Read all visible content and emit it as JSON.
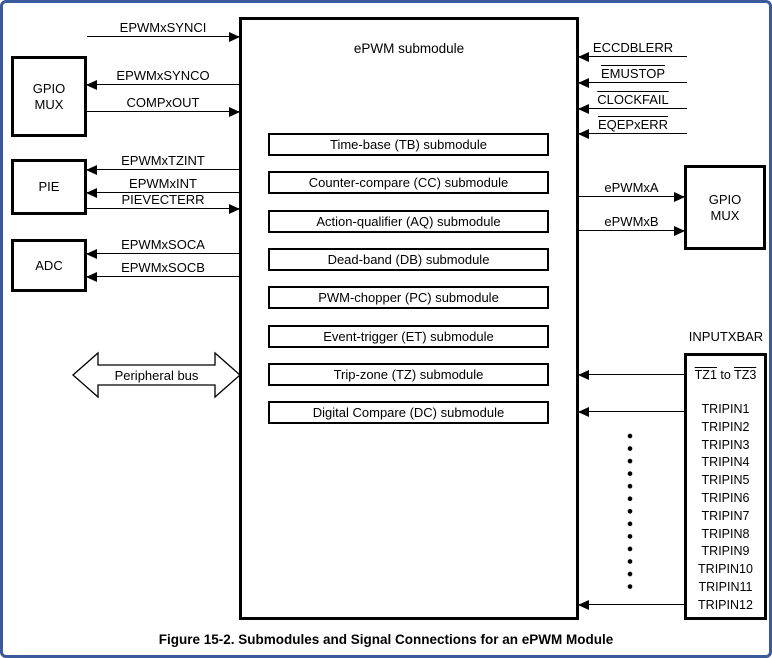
{
  "figure_caption": "Figure 15-2. Submodules and Signal Connections for an ePWM Module",
  "colors": {
    "frame_border": "#3a5a9b",
    "ink": "#000000"
  },
  "epwm_module": {
    "title": "ePWM submodule",
    "submodules": [
      "Time-base (TB) submodule",
      "Counter-compare (CC) submodule",
      "Action-qualifier (AQ) submodule",
      "Dead-band (DB) submodule",
      "PWM-chopper (PC) submodule",
      "Event-trigger (ET) submodule",
      "Trip-zone (TZ) submodule",
      "Digital Compare (DC) submodule"
    ]
  },
  "left_blocks": {
    "gpio_mux": "GPIO MUX",
    "pie": "PIE",
    "adc": "ADC"
  },
  "right_blocks": {
    "gpio_mux": "GPIO MUX",
    "inputxbar": {
      "label": "INPUTXBAR",
      "tz_from": "TZ1",
      "tz_mid": "to",
      "tz_to": "TZ3",
      "tripins": [
        "TRIPIN1",
        "TRIPIN2",
        "TRIPIN3",
        "TRIPIN4",
        "TRIPIN5",
        "TRIPIN6",
        "TRIPIN7",
        "TRIPIN8",
        "TRIPIN9",
        "TRIPIN10",
        "TRIPIN11",
        "TRIPIN12"
      ]
    }
  },
  "signals": {
    "epwmxsynci": "EPWMxSYNCI",
    "epwmxsynco": "EPWMxSYNCO",
    "compxout": "COMPxOUT",
    "epwmxtzint": "EPWMxTZINT",
    "epwmxint": "EPWMxINT",
    "pievecterr": "PIEVECTERR",
    "epwmxsoca": "EPWMxSOCA",
    "epwmxsocb": "EPWMxSOCB",
    "eccdblerr": "ECCDBLERR",
    "emustop": "EMUSTOP",
    "clockfail": "CLOCKFAIL",
    "eqepxerr": "EQEPxERR",
    "epwmxa": "ePWMxA",
    "epwmxb": "ePWMxB"
  },
  "peripheral_bus_label": "Peripheral bus"
}
